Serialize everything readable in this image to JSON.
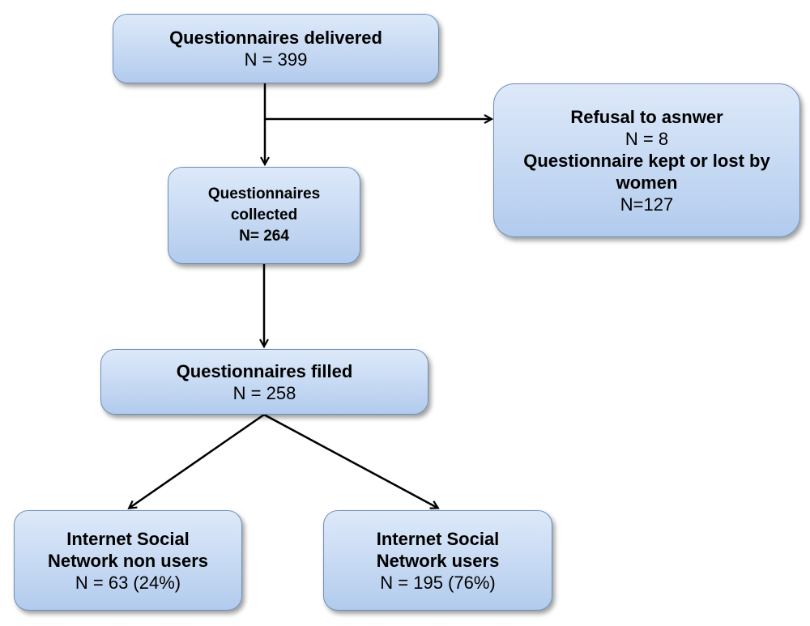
{
  "nodes": {
    "delivered": {
      "title": "Questionnaires delivered",
      "count": "N = 399"
    },
    "refusal": {
      "title": "Refusal to asnwer",
      "count": "N = 8",
      "title2_line1": "Questionnaire kept or lost by",
      "title2_line2": "women",
      "count2": "N=127"
    },
    "collected": {
      "title_line1": "Questionnaires",
      "title_line2": "collected",
      "count": "N= 264"
    },
    "filled": {
      "title": "Questionnaires filled",
      "count": "N = 258"
    },
    "non_users": {
      "title_line1": "Internet Social",
      "title_line2": "Network non users",
      "count": "N = 63 (24%)"
    },
    "users": {
      "title_line1": "Internet Social",
      "title_line2": "Network users",
      "count": "N = 195 (76%)"
    }
  },
  "colors": {
    "box_fill": "#c6d9f3",
    "box_border": "#6f8fb6",
    "arrow": "#000000",
    "text": "#000000"
  }
}
